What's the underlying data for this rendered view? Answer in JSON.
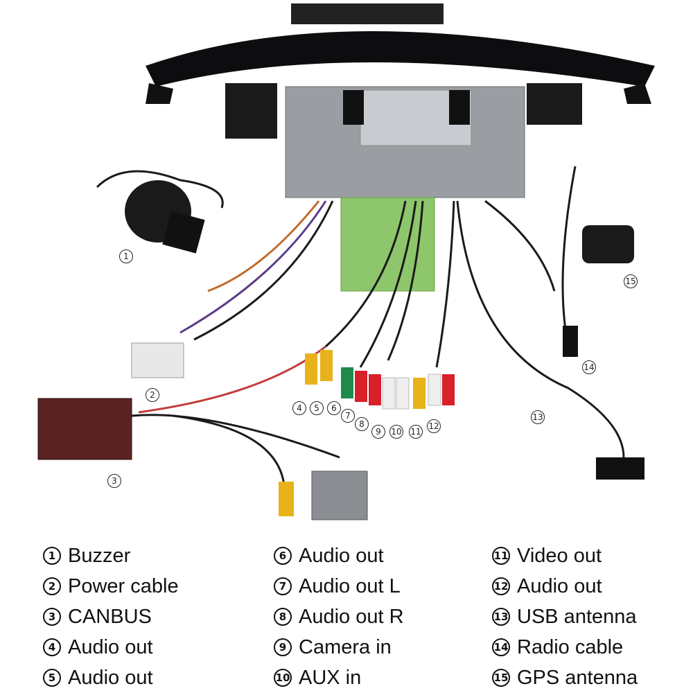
{
  "legend": {
    "col1": [
      {
        "num": "1",
        "label": "Buzzer"
      },
      {
        "num": "2",
        "label": "Power cable"
      },
      {
        "num": "3",
        "label": "CANBUS"
      },
      {
        "num": "4",
        "label": "Audio out"
      },
      {
        "num": "5",
        "label": "Audio out"
      }
    ],
    "col2": [
      {
        "num": "6",
        "label": "Audio out"
      },
      {
        "num": "7",
        "label": "Audio out L"
      },
      {
        "num": "8",
        "label": "Audio out R"
      },
      {
        "num": "9",
        "label": "Camera in"
      },
      {
        "num": "10",
        "label": "AUX in"
      }
    ],
    "col3": [
      {
        "num": "11",
        "label": "Video out"
      },
      {
        "num": "12",
        "label": "Audio out"
      },
      {
        "num": "13",
        "label": "USB antenna"
      },
      {
        "num": "14",
        "label": "Radio cable"
      },
      {
        "num": "15",
        "label": "GPS antenna"
      }
    ]
  },
  "callouts": [
    "1",
    "2",
    "3",
    "4",
    "5",
    "6",
    "7",
    "8",
    "9",
    "10",
    "11",
    "12",
    "13",
    "14",
    "15"
  ],
  "colors": {
    "housing": "#9a9ea3",
    "bezel": "#0d0d10",
    "green_box": "#8ec66c",
    "rca_yellow": "#e8b21a",
    "rca_red": "#d8202a",
    "rca_white": "#eeeeee",
    "rca_green": "#1f8a4c",
    "canbus_box": "#5a2222",
    "cable": "#1a1a1a"
  }
}
